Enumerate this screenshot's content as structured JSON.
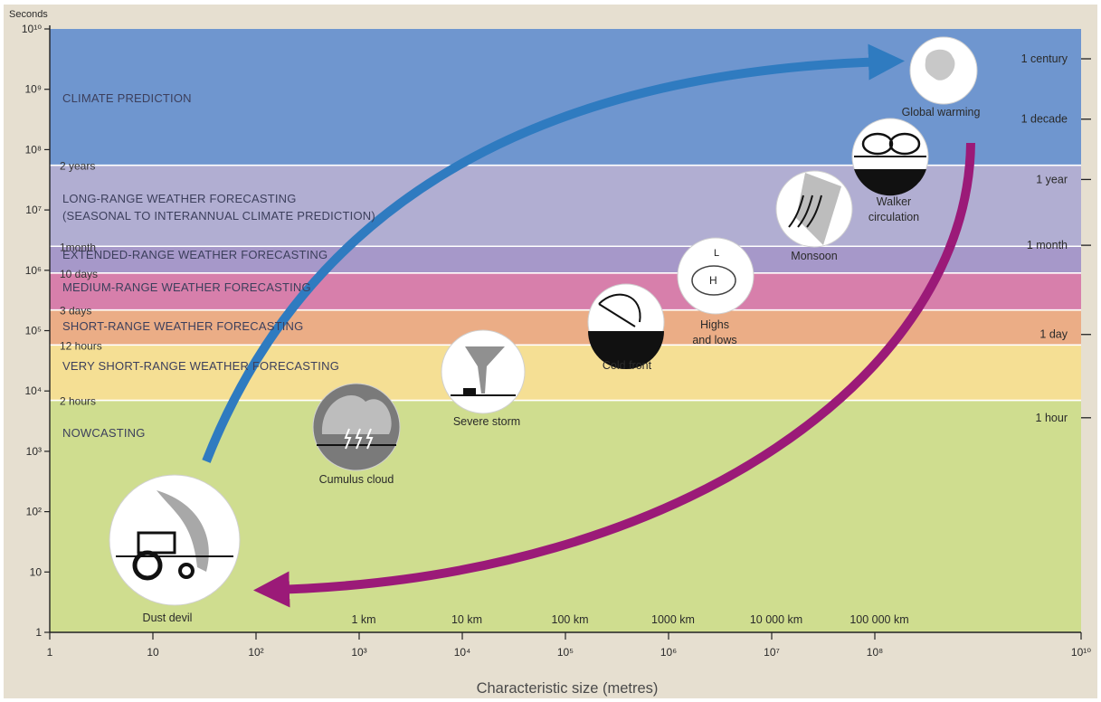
{
  "chart_data": {
    "type": "other",
    "title": "",
    "xlabel": "Characteristic size (metres)",
    "ylabel": "Seconds",
    "xscale": "log",
    "yscale": "log",
    "xlim": [
      1,
      10000000000
    ],
    "ylim": [
      1,
      10000000000
    ],
    "x_ticks": [
      "1",
      "10",
      "10²",
      "10³",
      "10⁴",
      "10⁵",
      "10⁶",
      "10⁷",
      "10⁸",
      "10¹⁰"
    ],
    "y_ticks": [
      "1",
      "10",
      "10²",
      "10³",
      "10⁴",
      "10⁵",
      "10⁶",
      "10⁷",
      "10⁸",
      "10⁹",
      "10¹⁰"
    ],
    "bands": [
      {
        "name": "CLIMATE PREDICTION",
        "color": "#6f96cf",
        "y_from": 55000000,
        "y_to": 10000000000
      },
      {
        "name": "LONG-RANGE WEATHER FORECASTING",
        "name2": "(SEASONAL TO INTERANNUAL CLIMATE PREDICTION)",
        "color": "#b1aed2",
        "y_from": 2500000,
        "y_to": 55000000
      },
      {
        "name": "EXTENDED-RANGE WEATHER FORECASTING",
        "color": "#a698c9",
        "y_from": 900000,
        "y_to": 2500000
      },
      {
        "name": "MEDIUM-RANGE WEATHER FORECASTING",
        "color": "#d77fab",
        "y_from": 220000,
        "y_to": 900000
      },
      {
        "name": "SHORT-RANGE WEATHER FORECASTING",
        "color": "#ebad86",
        "y_from": 58000,
        "y_to": 220000
      },
      {
        "name": "VERY SHORT-RANGE WEATHER FORECASTING",
        "color": "#f5df94",
        "y_from": 7000,
        "y_to": 58000
      },
      {
        "name": "NOWCASTING",
        "color": "#cfdd8f",
        "y_from": 1,
        "y_to": 7000
      }
    ],
    "band_boundaries": [
      {
        "label": "2 years",
        "y": 55000000
      },
      {
        "label": "1month",
        "y": 2500000
      },
      {
        "label": "10 days",
        "y": 900000
      },
      {
        "label": "3 days",
        "y": 220000
      },
      {
        "label": "12 hours",
        "y": 58000
      },
      {
        "label": "2 hours",
        "y": 7000
      }
    ],
    "time_scale_ticks": [
      {
        "label": "1 century",
        "y": 3200000000
      },
      {
        "label": "1 decade",
        "y": 320000000
      },
      {
        "label": "1 year",
        "y": 32000000
      },
      {
        "label": "1 month",
        "y": 2600000
      },
      {
        "label": "1 day",
        "y": 86400
      },
      {
        "label": "1 hour",
        "y": 3600
      }
    ],
    "distance_labels": [
      {
        "label": "1 km",
        "x": 1000
      },
      {
        "label": "10 km",
        "x": 10000
      },
      {
        "label": "100 km",
        "x": 100000
      },
      {
        "label": "1000 km",
        "x": 1000000
      },
      {
        "label": "10 000 km",
        "x": 10000000
      },
      {
        "label": "100 000 km",
        "x": 100000000
      }
    ],
    "phenomena": [
      {
        "name": "Dust devil",
        "icon": "tractor-dust-icon"
      },
      {
        "name": "Cumulus cloud",
        "icon": "cumulus-cloud-icon"
      },
      {
        "name": "Severe storm",
        "icon": "tornado-icon"
      },
      {
        "name": "Cold front",
        "icon": "cold-front-icon"
      },
      {
        "name": "Highs",
        "name2": "and lows",
        "icon": "pressure-map-icon"
      },
      {
        "name": "Monsoon",
        "icon": "monsoon-icon"
      },
      {
        "name": "Walker",
        "name2": "circulation",
        "icon": "walker-circulation-icon"
      },
      {
        "name": "Global warming",
        "icon": "globe-icon"
      }
    ],
    "arrows": [
      {
        "from": "Dust devil",
        "to": "Global warming",
        "color": "#2f7bc0"
      },
      {
        "from": "Global warming",
        "to": "Dust devil",
        "color": "#9b1a78"
      }
    ]
  }
}
